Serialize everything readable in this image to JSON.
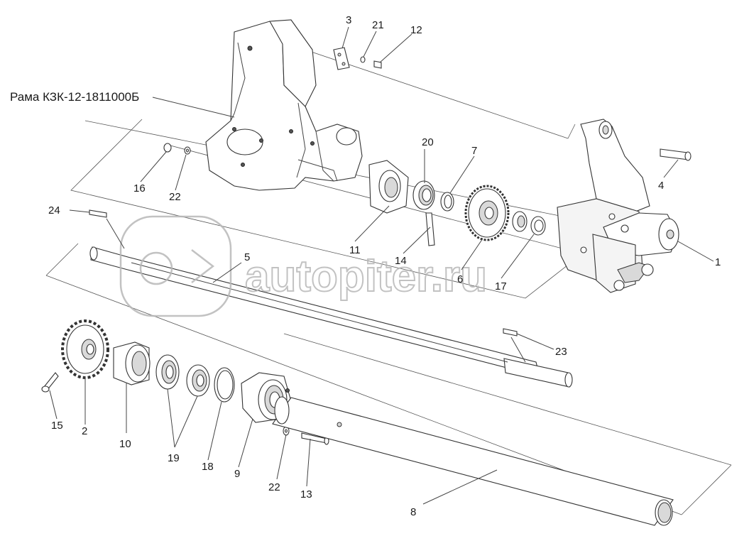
{
  "diagram": {
    "frame_label": "Рама КЗК-12-1811000Б",
    "watermark": "autopiter.ru",
    "callouts": [
      {
        "id": "c1",
        "text": "1"
      },
      {
        "id": "c2",
        "text": "2"
      },
      {
        "id": "c3",
        "text": "3"
      },
      {
        "id": "c4",
        "text": "4"
      },
      {
        "id": "c5",
        "text": "5"
      },
      {
        "id": "c6",
        "text": "6"
      },
      {
        "id": "c7",
        "text": "7"
      },
      {
        "id": "c8",
        "text": "8"
      },
      {
        "id": "c9",
        "text": "9"
      },
      {
        "id": "c10",
        "text": "10"
      },
      {
        "id": "c11",
        "text": "11"
      },
      {
        "id": "c12",
        "text": "12"
      },
      {
        "id": "c13",
        "text": "13"
      },
      {
        "id": "c14",
        "text": "14"
      },
      {
        "id": "c15",
        "text": "15"
      },
      {
        "id": "c16",
        "text": "16"
      },
      {
        "id": "c17",
        "text": "17"
      },
      {
        "id": "c18",
        "text": "18"
      },
      {
        "id": "c19",
        "text": "19"
      },
      {
        "id": "c20",
        "text": "20"
      },
      {
        "id": "c21",
        "text": "21"
      },
      {
        "id": "c22a",
        "text": "22"
      },
      {
        "id": "c22b",
        "text": "22"
      },
      {
        "id": "c23",
        "text": "23"
      },
      {
        "id": "c24",
        "text": "24"
      }
    ]
  }
}
